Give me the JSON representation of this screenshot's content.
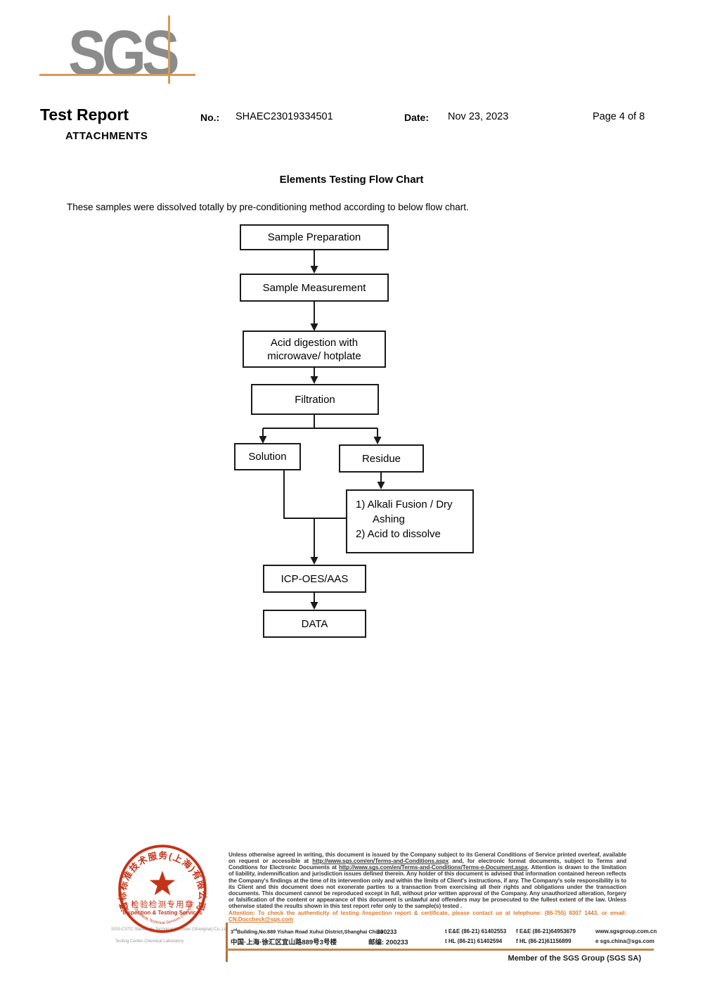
{
  "colors": {
    "logo_gray": "#8b8b8b",
    "crosshair_orange": "#d79a55",
    "stamp_red": "#c43318",
    "attention_orange": "#e07c30",
    "footer_rule_orange": "#c8854a"
  },
  "logo": {
    "text": "SGS"
  },
  "header": {
    "title": "Test Report",
    "subtitle": "ATTACHMENTS",
    "no_label": "No.:",
    "no_value": "SHAEC23019334501",
    "date_label": "Date:",
    "date_value": "Nov 23, 2023",
    "page_label": "Page 4 of 8"
  },
  "content": {
    "chart_title": "Elements Testing Flow Chart",
    "intro": "These samples were dissolved totally by pre-conditioning method according to below flow chart."
  },
  "flowchart": {
    "boxes": [
      {
        "label": "Sample Preparation"
      },
      {
        "label": "Sample Measurement"
      },
      {
        "line1": "Acid digestion with",
        "line2": "microwave/ hotplate"
      },
      {
        "label": "Filtration"
      },
      {
        "label": "Solution"
      },
      {
        "label": "Residue"
      },
      {
        "line1": "1) Alkali Fusion / Dry",
        "line2": "Ashing",
        "line3": "2) Acid to dissolve"
      },
      {
        "label": "ICP-OES/AAS"
      },
      {
        "label": "DATA"
      }
    ]
  },
  "stamp": {
    "arc_top": "通标标准技术服务(上海)有限公司",
    "arc_bottom": "SGS-CSTC Standards Technical Services (Shanghai) Co.,Ltd.",
    "center_line1": "检验检测专用章",
    "center_line2": "Inspection & Testing Services",
    "company_gray1": "SGS-CSTC Standards Technical Services (Shanghai) Co.,Ltd.",
    "company_gray2": "Testing Center-Chemical Laboratory"
  },
  "footer": {
    "legal_p1": "Unless otherwise agreed in writing, this document is issued by the Company subject to its General Conditions of Service printed overleaf, available on request or accessible at ",
    "legal_url1": "http://www.sgs.com/en/Terms-and-Conditions.aspx",
    "legal_p2": " and, for electronic format documents, subject to Terms and Conditions for Electronic Documents at ",
    "legal_url2": "http://www.sgs.com/en/Terms-and-Conditions/Terms-e-Document.aspx",
    "legal_p3": ". Attention is drawn to the limitation of liability, indemnification and jurisdiction issues defined therein. Any holder of this document is advised that information contained hereon reflects the Company's findings at the time of its intervention only and within the limits of Client's instructions, if any. The Company's sole responsibility is to its Client and this document does not exonerate parties to a transaction from exercising all their rights and obligations under the transaction documents. This document cannot be reproduced except in full, without prior written approval of the Company. Any unauthorized alteration, forgery or falsification of the content or appearance of this document is unlawful and offenders may be prosecuted to the fullest extent of the law. Unless otherwise stated the results shown in this test report refer only to the sample(s) tested .",
    "attention_text": "Attention: To check the authenticity of testing /inspection report & certificate, please contact us at telephone: (86-755) 8307 1443, or email: ",
    "attention_email": "CN.Doccheck@sgs.com",
    "address_sup_num": "3",
    "address_sup": "rd",
    "address_en": "Building,No.889 Yishan Road Xuhui District,Shanghai China",
    "zip1": "200233",
    "tel1": "t E&E (86-21) 61402553",
    "fax1": "f E&E (86-21)64953679",
    "web": "www.sgsgroup.com.cn",
    "address_cn": "中国·上海·徐汇区宜山路889号3号楼",
    "zip2": "邮编: 200233",
    "tel2": "t HL (86-21) 61402594",
    "fax2": "f HL (86-21)61156899",
    "email": "e  sgs.china@sgs.com",
    "member": "Member of the SGS Group (SGS SA)"
  }
}
